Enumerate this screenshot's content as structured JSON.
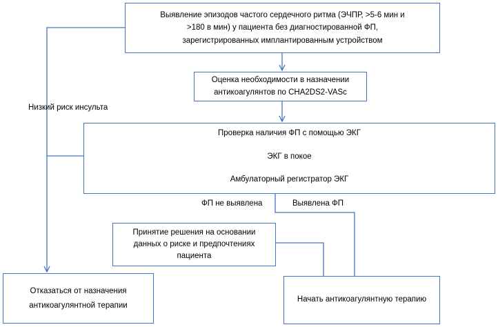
{
  "diagram": {
    "detect_box": {
      "lines": [
        "Выявление  эпизодов частого сердечного ритма (ЭЧПР, >5-6 мин и",
        ">180 в мин) у пациента без диагностированной ФП,",
        "зарегистрированных имплантированным устройством"
      ]
    },
    "assess_box": {
      "lines": [
        "Оценка необходимости в назначении",
        "антикоагулянтов по CHA2DS2-VASc"
      ]
    },
    "ecg_box": {
      "lines": [
        "Проверка наличия ФП с помощью ЭКГ",
        "ЭКГ в покое",
        "Амбулаторный регистратор ЭКГ"
      ]
    },
    "decision_box": {
      "lines": [
        "Принятие решения на основании",
        "данных о риске и предпочтениях",
        "пациента"
      ]
    },
    "refuse_box": {
      "lines": [
        "Отказаться от назначения",
        "антикоагулянтной терапии"
      ]
    },
    "start_box": {
      "lines": [
        "Начать антикоагулянтную терапию"
      ]
    },
    "labels": {
      "low_risk": "Низкий риск инсульта",
      "af_not_found": "ФП не выявлена",
      "af_found": "Выявлена ФП"
    },
    "colors": {
      "line": "#4472c4",
      "box_border": "#4472c4",
      "text": "#000000"
    }
  }
}
